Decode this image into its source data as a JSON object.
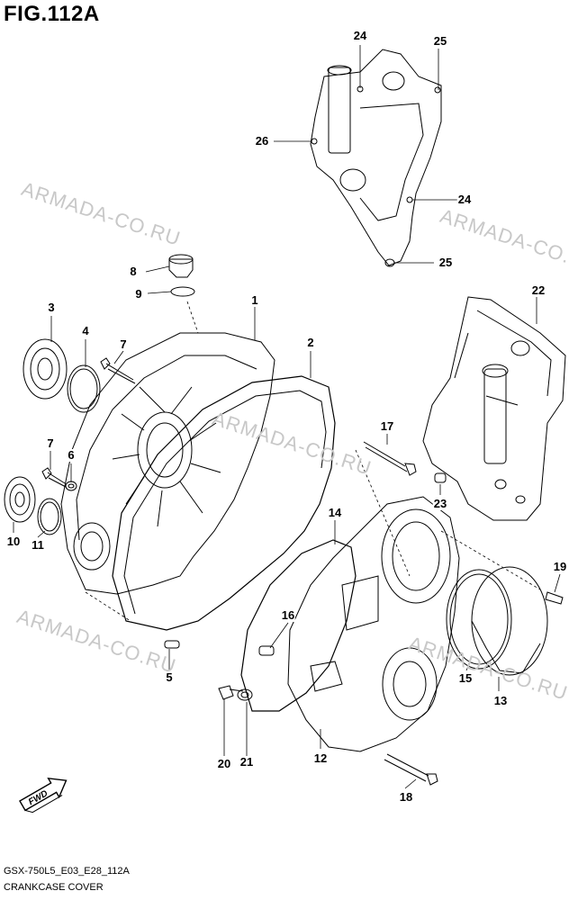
{
  "figure": {
    "title": "FIG.112A",
    "code": "GSX-750L5_E03_E28_112A",
    "name": "CRANKCASE COVER"
  },
  "watermark": "ARMADA-CO.RU",
  "fwd_label": "FWD",
  "callouts": [
    "1",
    "2",
    "3",
    "4",
    "5",
    "6",
    "7",
    "7",
    "8",
    "9",
    "10",
    "11",
    "12",
    "13",
    "14",
    "15",
    "16",
    "17",
    "18",
    "19",
    "20",
    "21",
    "22",
    "23",
    "24",
    "24",
    "25",
    "25",
    "26"
  ],
  "colors": {
    "line": "#000000",
    "watermark": "#c8c8c8",
    "background": "#ffffff"
  }
}
